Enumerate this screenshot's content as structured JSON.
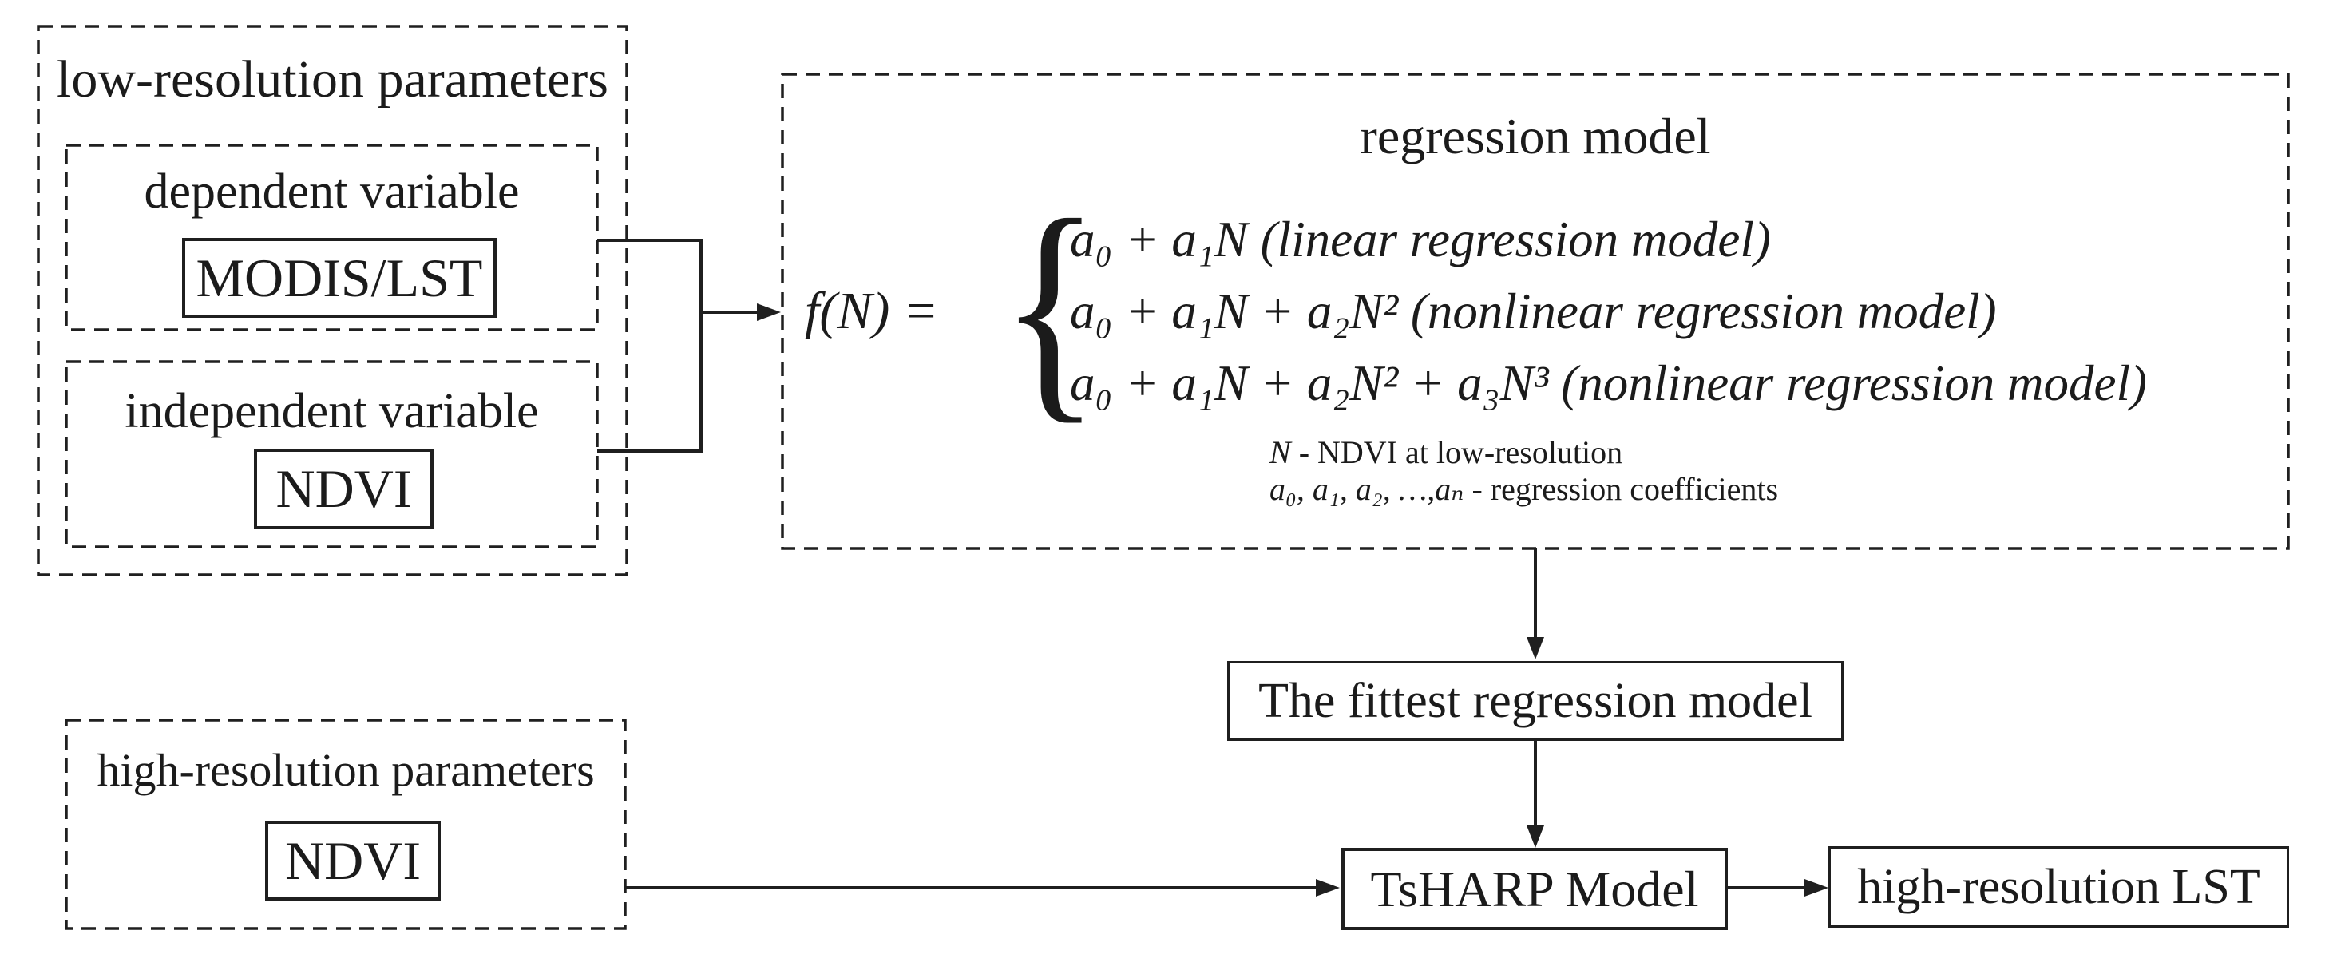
{
  "low_res": {
    "title": "low-resolution parameters",
    "dependent_label": "dependent variable",
    "dependent_value": "MODIS/LST",
    "independent_label": "independent variable",
    "independent_value": "NDVI"
  },
  "regression": {
    "title": "regression model",
    "lhs": "f(N) =",
    "brace": "{",
    "cases": [
      "a₀ + a₁N (linear regression model)",
      "a₀ + a₁N + a₂N² (nonlinear regression model)",
      "a₀ + a₁N + a₂N² + a₃N³ (nonlinear regression model)"
    ],
    "note_var": "N",
    "note_var_rest": "- NDVI at low-resolution",
    "note_coeffs": "a₀, a₁, a₂, …,aₙ",
    "note_coeffs_rest": "- regression coefficients"
  },
  "flow": {
    "fittest": "The fittest regression model",
    "tsharp": "TsHARP Model",
    "output": "high-resolution LST"
  },
  "high_res": {
    "title": "high-resolution parameters",
    "value": "NDVI"
  },
  "colors": {
    "ink": "#1f1f1f",
    "background": "#ffffff"
  }
}
